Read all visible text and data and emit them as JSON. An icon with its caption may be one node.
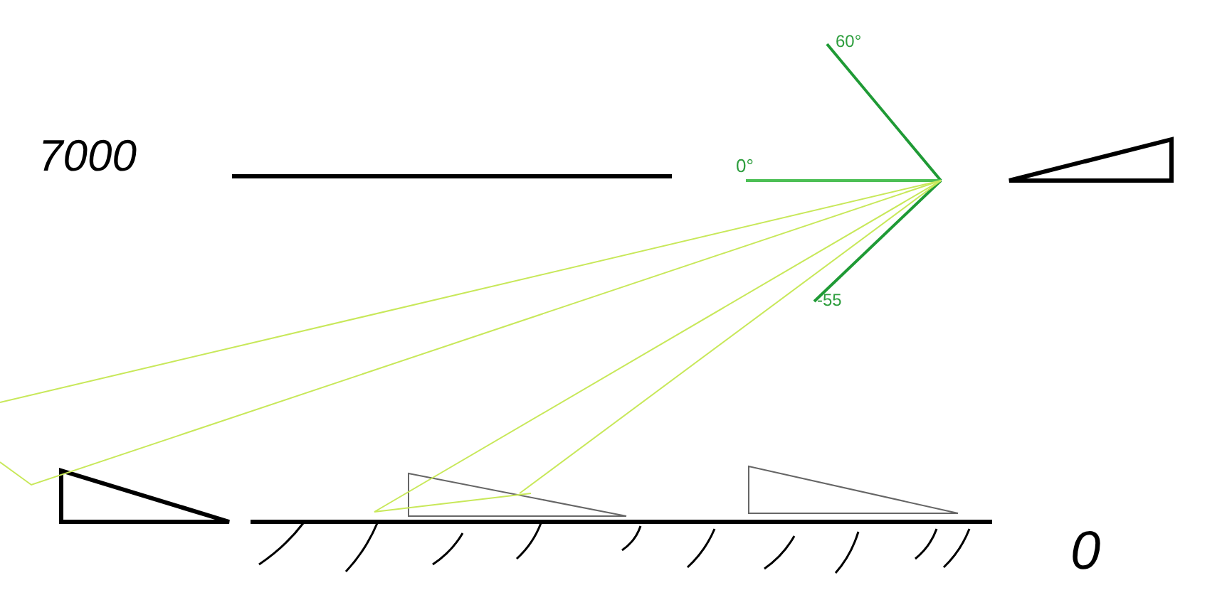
{
  "diagram": {
    "labels": [
      "60°",
      "7000",
      "0°",
      "-55",
      "0"
    ]
  }
}
